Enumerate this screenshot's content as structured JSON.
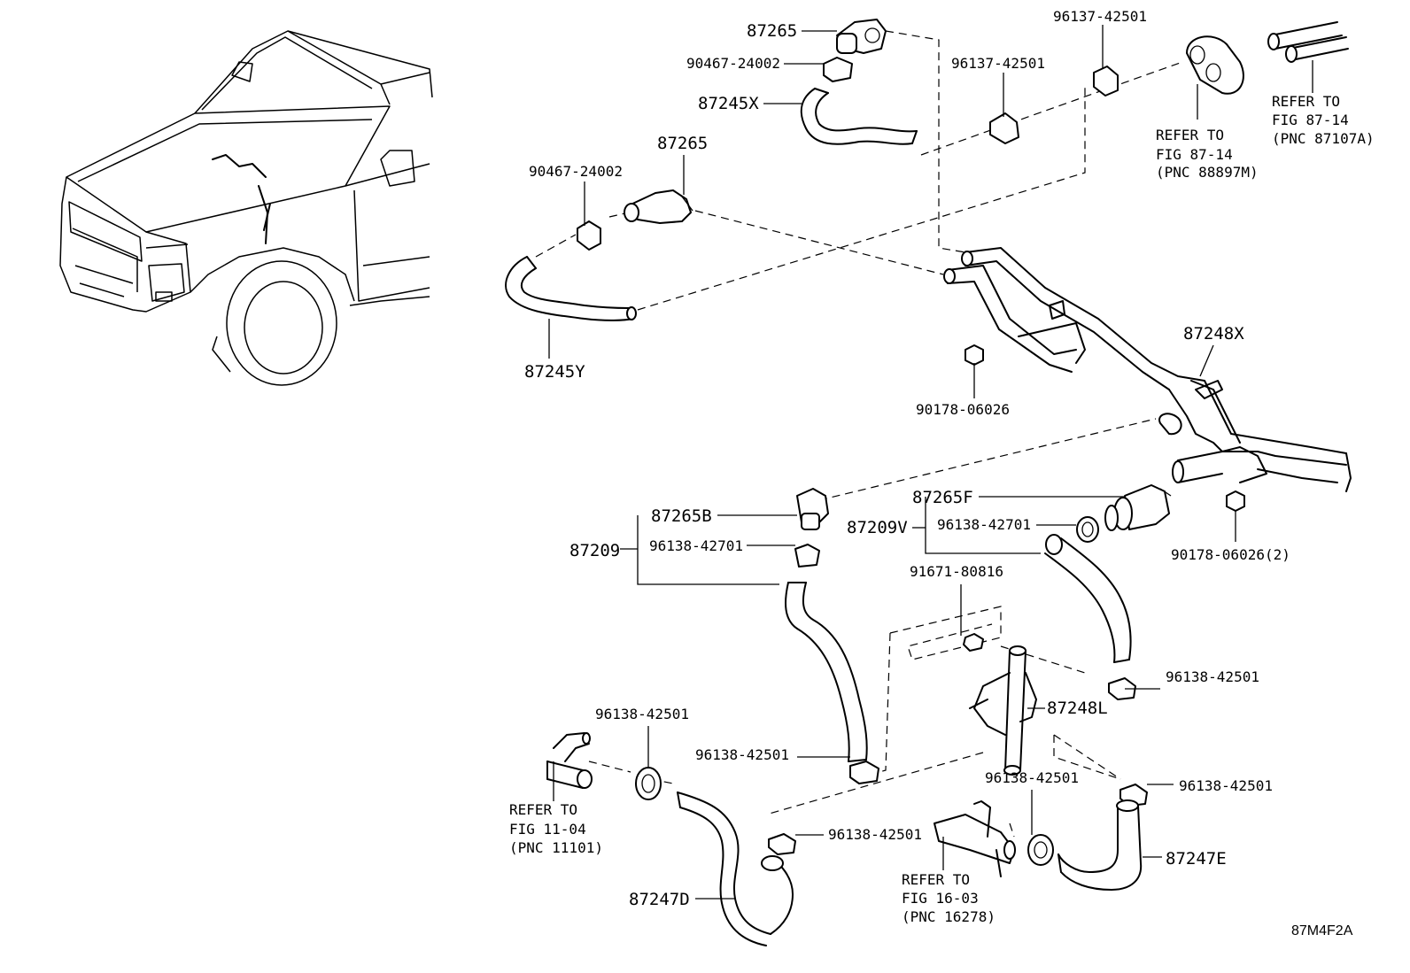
{
  "parts": {
    "p87265_a": "87265",
    "p90467_a": "90467-24002",
    "p87245x": "87245X",
    "p87265_b": "87265",
    "p90467_b": "90467-24002",
    "p87245y": "87245Y",
    "p96137_a": "96137-42501",
    "p96137_b": "96137-42501",
    "p90178_a": "90178-06026",
    "p87248x": "87248X",
    "p87265f": "87265F",
    "p87209v": "87209V",
    "p96138_427_b": "96138-42701",
    "p90178_b": "90178-06026(2)",
    "p87265b": "87265B",
    "p87209": "87209",
    "p96138_427_a": "96138-42701",
    "p91671": "91671-80816",
    "p96138_425_a": "96138-42501",
    "p87248l": "87248L",
    "p96138_425_b": "96138-42501",
    "p96138_425_c": "96138-42501",
    "p96138_425_d": "96138-42501",
    "p96138_425_e": "96138-42501",
    "p96138_425_f": "96138-42501",
    "p87247e": "87247E",
    "p87247d": "87247D"
  },
  "refs": {
    "fig8714_a": {
      "line1": "REFER TO",
      "line2": "FIG 87-14",
      "line3": "(PNC 88897M)"
    },
    "fig8714_b": {
      "line1": "REFER TO",
      "line2": "FIG 87-14",
      "line3": "(PNC 87107A)"
    },
    "fig1104": {
      "line1": "REFER TO",
      "line2": "FIG 11-04",
      "line3": "(PNC 11101)"
    },
    "fig1603": {
      "line1": "REFER TO",
      "line2": "FIG 16-03",
      "line3": "(PNC 16278)"
    }
  },
  "diagram_id": "87M4F2A"
}
